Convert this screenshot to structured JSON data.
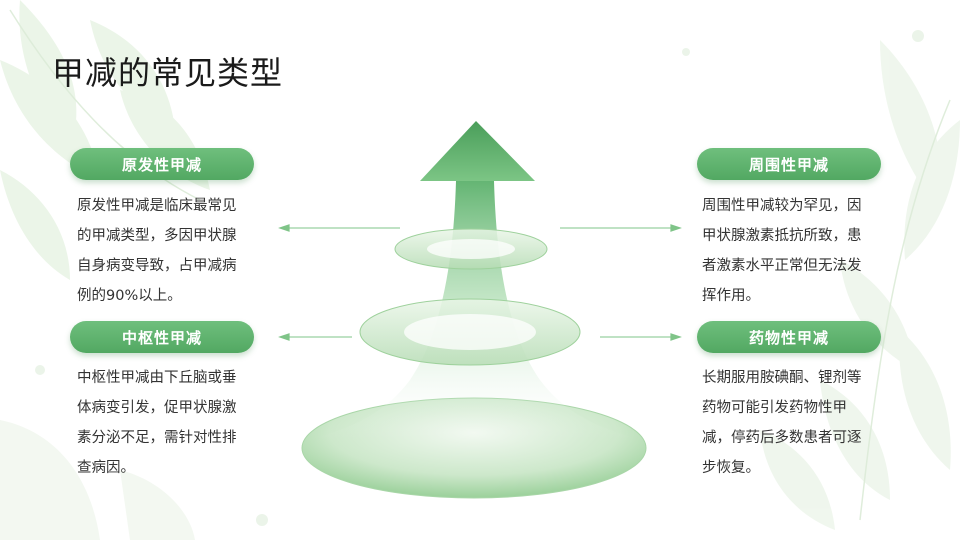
{
  "slide": {
    "title": "甲减的常见类型"
  },
  "items": [
    {
      "heading": "原发性甲减",
      "text": "原发性甲减是临床最常见的甲减类型，多因甲状腺自身病变导致，占甲减病例的90%以上。"
    },
    {
      "heading": "中枢性甲减",
      "text": "中枢性甲减由下丘脑或垂体病变引发，促甲状腺激素分泌不足，需针对性排查病因。"
    },
    {
      "heading": "周围性甲减",
      "text": "周围性甲减较为罕见，因甲状腺激素抵抗所致，患者激素水平正常但无法发挥作用。"
    },
    {
      "heading": "药物性甲减",
      "text": "长期服用胺碘酮、锂剂等药物可能引发药物性甲减，停药后多数患者可逐步恢复。"
    }
  ],
  "colors": {
    "accent": "#5cb16c",
    "accent_dark": "#4a9e5a",
    "leaf": "#e6f2e3",
    "text": "#333333"
  },
  "icons": {
    "graphic": "growth-arrow-icon",
    "pointer": "arrow-left-icon"
  }
}
